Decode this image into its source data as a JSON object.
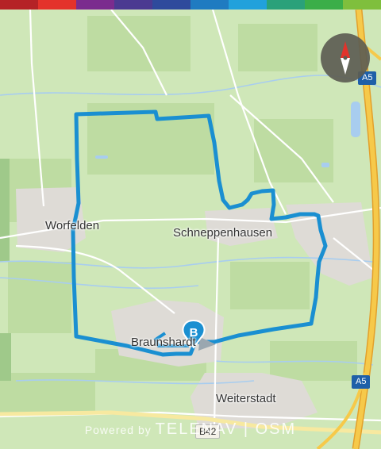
{
  "places": {
    "worfelden": "Worfelden",
    "schneppenhausen": "Schneppenhausen",
    "braunshardt": "Braunshardt",
    "weiterstadt": "Weiterstadt"
  },
  "roads": {
    "a5_top": "A5",
    "a5_bottom": "A5",
    "b42": "B42"
  },
  "markers": {
    "end_marker": "B"
  },
  "attribution": {
    "prefix": "Powered by",
    "brand": "TELENAV | OSM"
  },
  "colors": {
    "route": "#1a8fd1",
    "motorway": "#f2b632",
    "land": "#cfe5b7",
    "field": "#bedaa0"
  },
  "icons": {
    "compass": "compass-icon"
  }
}
